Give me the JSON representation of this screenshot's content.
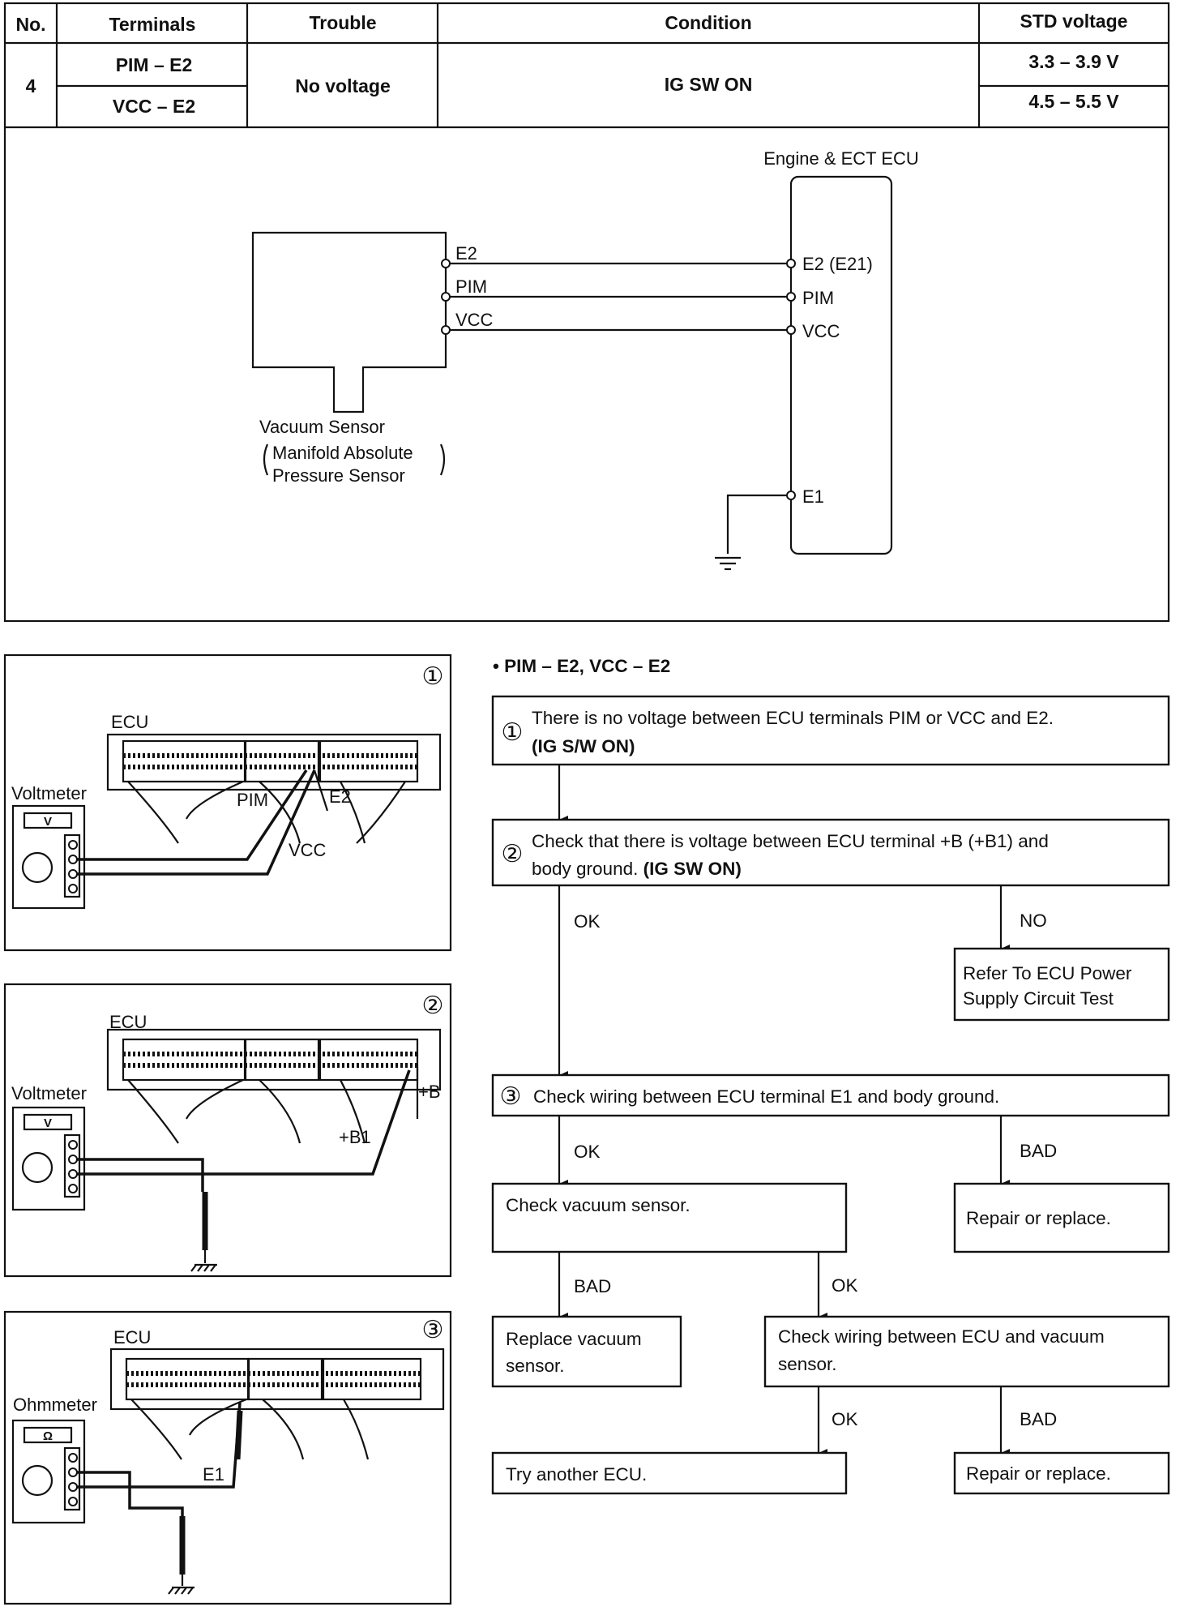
{
  "table": {
    "headers": {
      "no": "No.",
      "terminals": "Terminals",
      "trouble": "Trouble",
      "condition": "Condition",
      "std_voltage": "STD voltage"
    },
    "row": {
      "no": "4",
      "terminals": [
        "PIM – E2",
        "VCC – E2"
      ],
      "trouble": "No voltage",
      "condition": "IG SW ON",
      "std_voltage": [
        "3.3 – 3.9 V",
        "4.5 – 5.5 V"
      ]
    }
  },
  "circuit": {
    "ecu_title": "Engine & ECT ECU",
    "sensor_pins": [
      "E2",
      "PIM",
      "VCC"
    ],
    "ecu_pins": [
      "E2 (E21)",
      "PIM",
      "VCC",
      "E1"
    ],
    "sensor_name": "Vacuum Sensor",
    "sensor_desc_1": "Manifold Absolute",
    "sensor_desc_2": "Pressure Sensor"
  },
  "illustrations": [
    {
      "num": "①",
      "ecu": "ECU",
      "meter": "Voltmeter",
      "meter_symbol": "V",
      "probes": [
        "PIM",
        "E2",
        "VCC"
      ]
    },
    {
      "num": "②",
      "ecu": "ECU",
      "meter": "Voltmeter",
      "meter_symbol": "V",
      "probes": [
        "+B",
        "+B1"
      ]
    },
    {
      "num": "③",
      "ecu": "ECU",
      "meter": "Ohmmeter",
      "meter_symbol": "Ω",
      "probes": [
        "E1"
      ]
    }
  ],
  "flowchart": {
    "title": "• PIM – E2, VCC – E2",
    "step1_num": "①",
    "step1_line1": "There is no voltage between ECU terminals PIM or VCC and E2.",
    "step1_line2": "(IG S/W ON)",
    "step2_num": "②",
    "step2_line1": "Check that there is voltage between ECU terminal +B (+B1) and",
    "step2_line2_a": "body ground.",
    "step2_line2_b": "(IG SW ON)",
    "ok_1": "OK",
    "no_1": "NO",
    "power_line1": "Refer To ECU Power",
    "power_line2": "Supply Circuit Test",
    "step3_num": "③",
    "step3": "Check wiring between ECU terminal E1 and body ground.",
    "ok_2": "OK",
    "bad_1": "BAD",
    "check_sensor": "Check vacuum sensor.",
    "repair_1": "Repair or replace.",
    "bad_2": "BAD",
    "ok_3": "OK",
    "replace_line1": "Replace vacuum",
    "replace_line2": "sensor.",
    "wiring_line1": "Check wiring between ECU and vacuum",
    "wiring_line2": "sensor.",
    "ok_4": "OK",
    "bad_3": "BAD",
    "try_ecu": "Try another ECU.",
    "repair_2": "Repair or replace."
  }
}
